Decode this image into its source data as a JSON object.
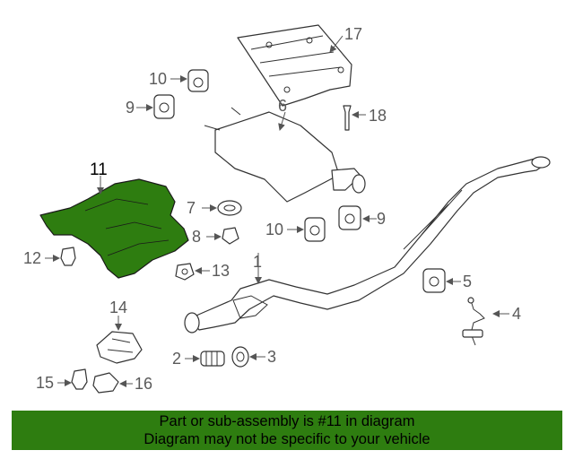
{
  "diagram": {
    "highlight_color": "#2e7d10",
    "callouts": [
      "17",
      "10",
      "9",
      "6",
      "18",
      "11",
      "7",
      "8",
      "10",
      "9",
      "12",
      "13",
      "1",
      "5",
      "4",
      "14",
      "2",
      "3",
      "15",
      "16"
    ]
  },
  "banner": {
    "line1": "Part or sub-assembly is #11 in diagram",
    "line2": "Diagram may not be specific to your vehicle",
    "background": "#2e7d10"
  }
}
